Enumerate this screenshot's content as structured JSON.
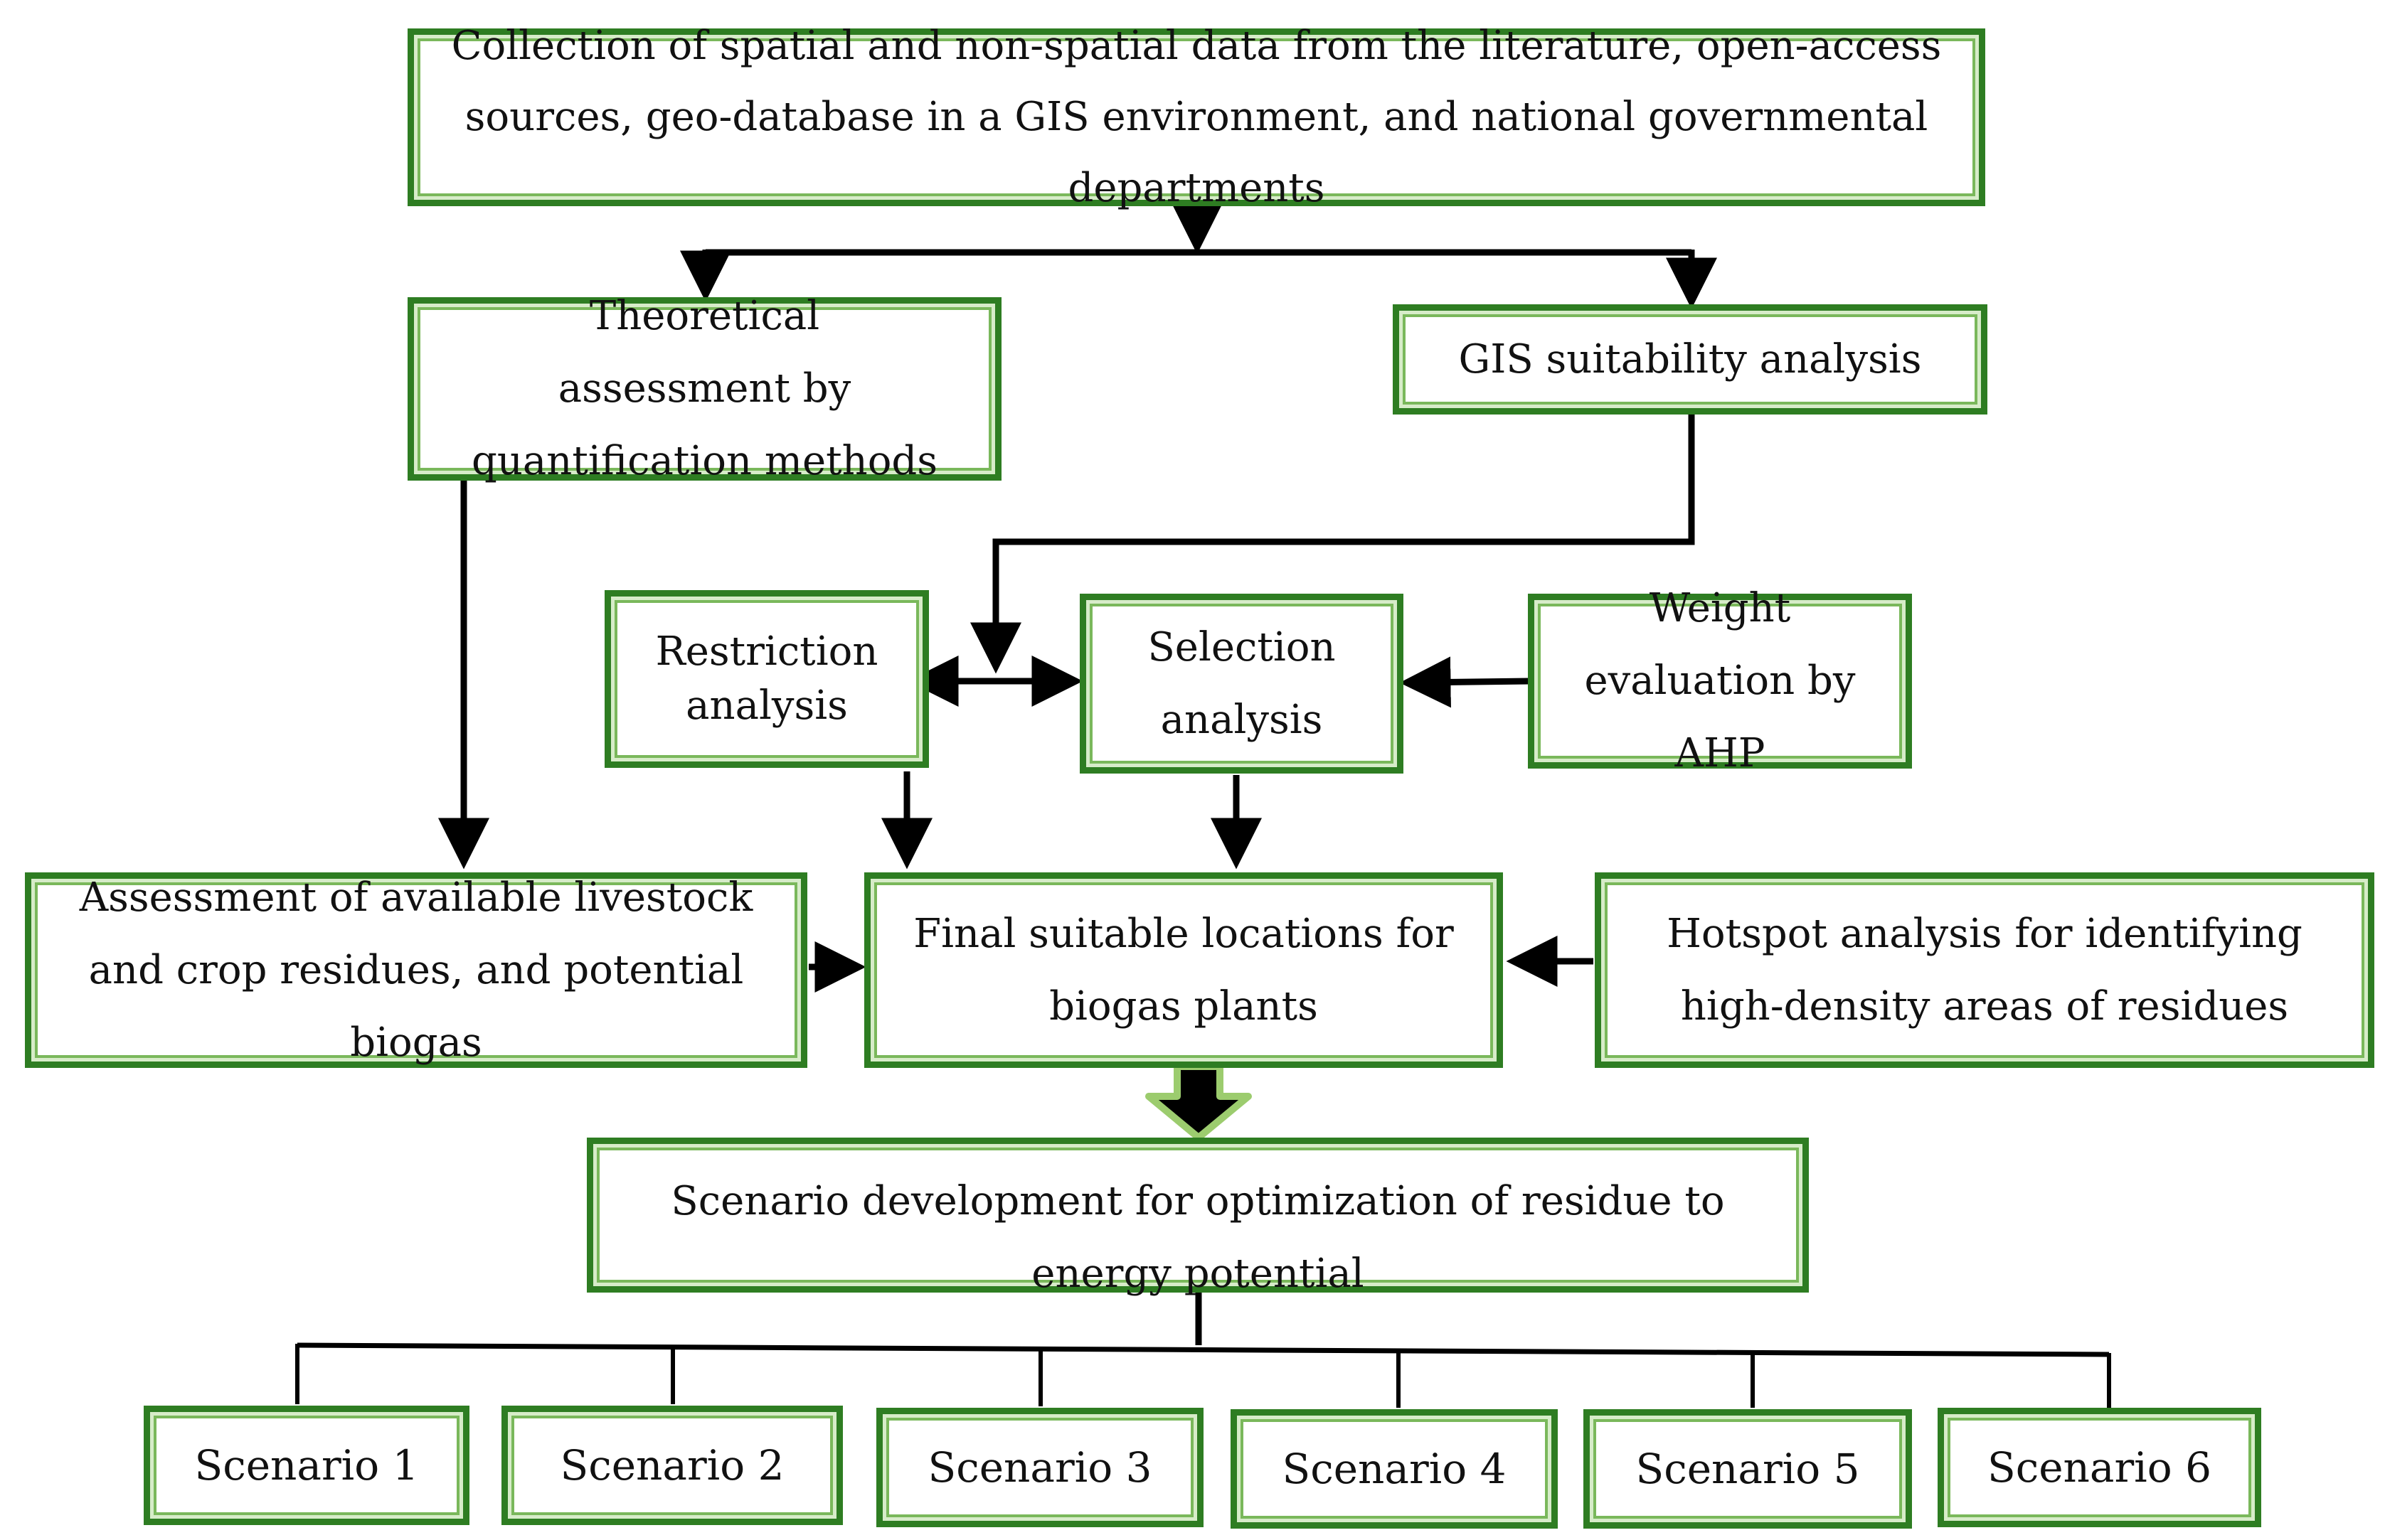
{
  "colors": {
    "box_border": "#2e7d22",
    "box_inner_glow": "#7ab85b",
    "connector": "#000000",
    "text": "#111111",
    "background": "#ffffff"
  },
  "nodes": {
    "collection": "Collection of spatial and non-spatial data from the literature, open-access sources, geo-database in a GIS environment, and national governmental departments",
    "theoretical": "Theoretical assessment by quantification methods",
    "gis": "GIS suitability analysis",
    "restriction": "Restriction analysis",
    "selection": "Selection analysis",
    "weight": "Weight evaluation by AHP",
    "assessment": "Assessment of available livestock and crop residues, and potential biogas",
    "final": "Final suitable locations for biogas plants",
    "hotspot": "Hotspot analysis for identifying high-density areas of residues",
    "scenario_dev": "Scenario development for optimization of residue to energy potential"
  },
  "scenarios": [
    "Scenario 1",
    "Scenario 2",
    "Scenario 3",
    "Scenario 4",
    "Scenario 5",
    "Scenario 6"
  ]
}
